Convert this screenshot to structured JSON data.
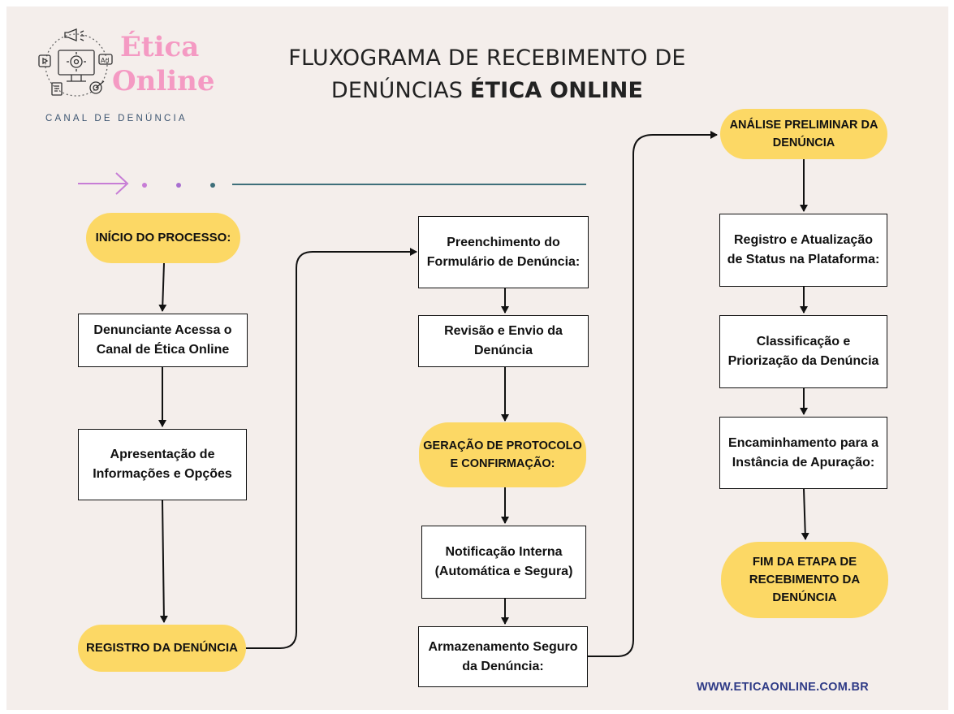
{
  "header": {
    "title_line1": "FLUXOGRAMA DE RECEBIMENTO DE",
    "title_line2_normal": "DENÚNCIAS ",
    "title_line2_bold": "ÉTICA ONLINE"
  },
  "logo": {
    "word1": "Ética",
    "word2": "Online",
    "tagline": "CANAL DE DENÚNCIA",
    "icon": "marketing-gear-monitor-icon"
  },
  "colors": {
    "background": "#f4eeeb",
    "pill": "#fcd865",
    "logo_pink": "#f49ac3",
    "accent_teal": "#3e6f7a",
    "accent_purple": "#c77dd6",
    "website": "#2e3a86"
  },
  "column1": {
    "start": "INÍCIO DO PROCESSO:",
    "step1": "Denunciante Acessa o Canal de Ética Online",
    "step2": "Apresentação de Informações e Opções",
    "step3": "REGISTRO DA DENÚNCIA"
  },
  "column2": {
    "step1": "Preenchimento do Formulário de Denúncia:",
    "step2": "Revisão e Envio da Denúncia",
    "step3": "GERAÇÃO DE PROTOCOLO E CONFIRMAÇÃO:",
    "step4": "Notificação Interna (Automática e Segura)",
    "step5": "Armazenamento Seguro da Denúncia:"
  },
  "column3": {
    "step1": "ANÁLISE PRELIMINAR DA DENÚNCIA",
    "step2": "Registro e Atualização de Status na Plataforma:",
    "step3": "Classificação e Priorização da Denúncia",
    "step4": "Encaminhamento para a Instância de Apuração:",
    "end": "FIM DA ETAPA DE RECEBIMENTO DA DENÚNCIA"
  },
  "footer": {
    "website": "WWW.ETICAONLINE.COM.BR"
  }
}
